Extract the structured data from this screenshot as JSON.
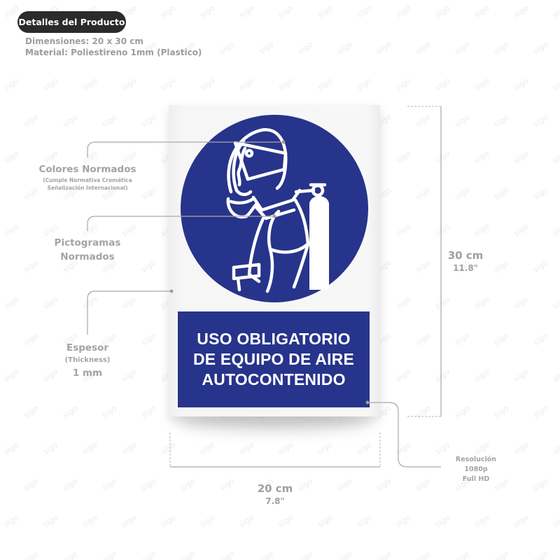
{
  "header": {
    "badge_label": "Detalles del Producto",
    "dimensions": "Dimensiones: 20 x 30 cm",
    "material": "Material: Poliestireno 1mm (Plastico)"
  },
  "callouts": {
    "colors": {
      "title": "Colores Normados",
      "sub_line1": "(Cumple Normativa Cromática",
      "sub_line2": "Señalización Internacional)"
    },
    "pictograms": {
      "line1": "Pictogramas",
      "line2": "Normados"
    },
    "thickness": {
      "title": "Espesor",
      "subtitle": "(Thickness)",
      "value": "1 mm"
    },
    "resolution": {
      "line1": "Resolución",
      "line2": "1080p",
      "line3": "Full HD"
    }
  },
  "sign": {
    "pictogram_icon": "self-contained-breathing-apparatus-icon",
    "text_lines": [
      "USO OBLIGATORIO",
      "DE EQUIPO DE AIRE",
      "AUTOCONTENIDO"
    ],
    "colors": {
      "blue": "#27348b",
      "white": "#ffffff",
      "plate": "#f5f5f5"
    }
  },
  "dimensions": {
    "height": {
      "cm": "30 cm",
      "inches": "11.8\""
    },
    "width": {
      "cm": "20 cm",
      "inches": "7.8\""
    }
  },
  "watermark_text": "sigo"
}
